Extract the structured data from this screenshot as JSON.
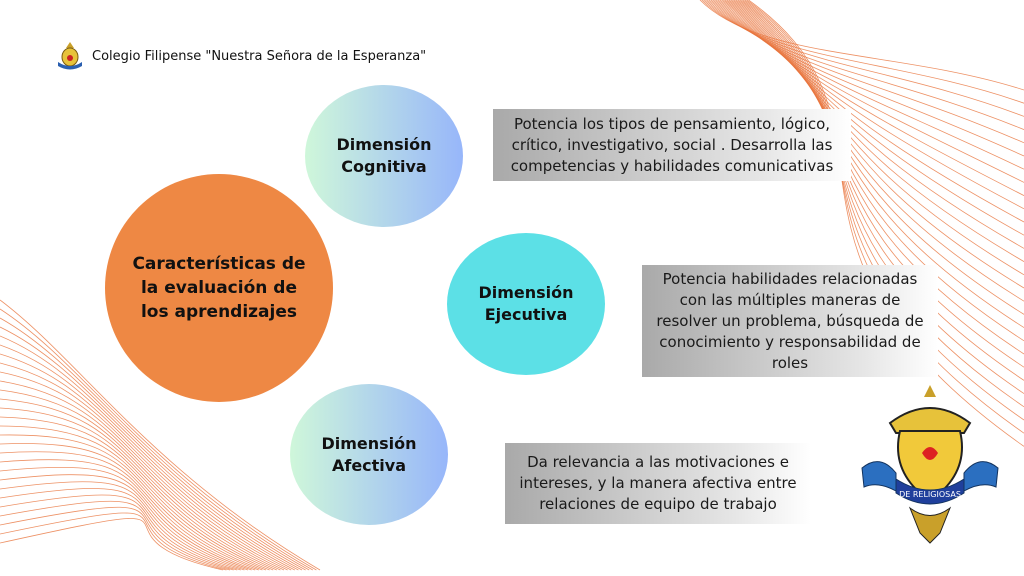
{
  "header": {
    "school_name": "Colegio Filipense \"Nuestra Señora de la Esperanza\""
  },
  "main": {
    "title": "Características de la evaluación de los aprendizajes",
    "dimensions": [
      {
        "label": "Dimensión Cognitiva",
        "description": "Potencia los tipos de pensamiento, lógico, crítico, investigativo, social . Desarrolla las competencias y habilidades comunicativas"
      },
      {
        "label": "Dimensión Ejecutiva",
        "description": "Potencia habilidades relacionadas con las múltiples maneras de resolver un problema, búsqueda de conocimiento y responsabilidad de roles"
      },
      {
        "label": "Dimensión Afectiva",
        "description": "Da relevancia a las motivaciones e intereses, y la manera afectiva entre relaciones de equipo de trabajo"
      }
    ]
  },
  "crest": {
    "banner_text": "INSTITU DE RELIGIOSAS FILIPENSE"
  },
  "colors": {
    "accent": "#ee8844",
    "cyan": "#5ce0e6",
    "wave": "#e8763f"
  }
}
